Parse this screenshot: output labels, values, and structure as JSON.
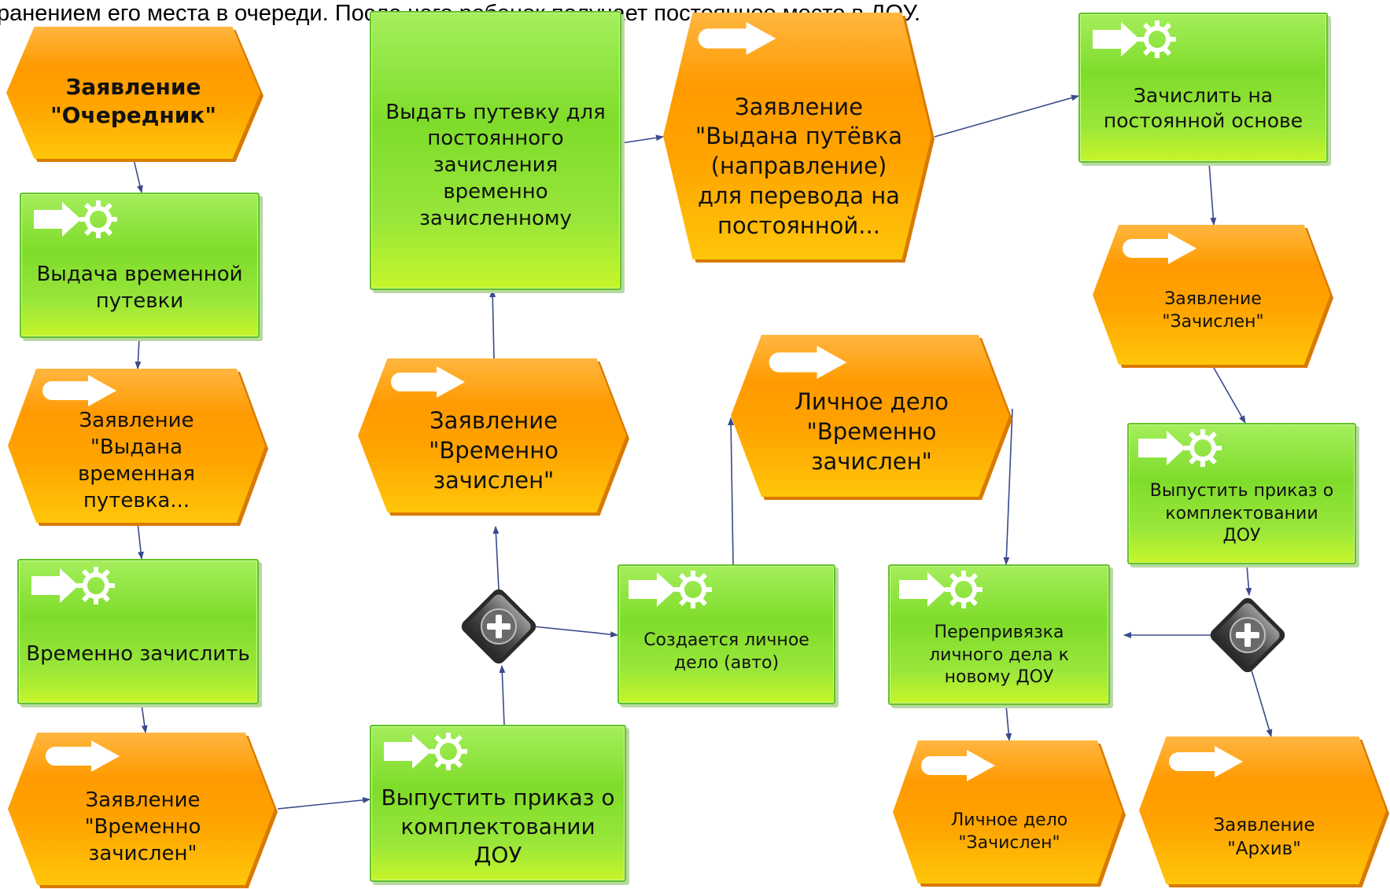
{
  "header": {
    "text": "ранением его места  в очереди. После чего ребенок получает постоянное место в ДОУ."
  },
  "nodes": {
    "ev_ocherednik": {
      "label": "Заявление\n\"Очередник\""
    },
    "fn_vydacha": {
      "label": "Выдача временной\nпутевки"
    },
    "ev_vydana_vrem": {
      "label": "Заявление\n\"Выдана\nвременная\nпутевка..."
    },
    "fn_vrem_zachislit": {
      "label": "Временно зачислить"
    },
    "ev_vrem_zachislen_1": {
      "label": "Заявление\n\"Временно\nзачислен\""
    },
    "fn_prikaz_1": {
      "label": "Выпустить приказ о\nкомплектовании\nДОУ"
    },
    "ev_vrem_zachislen_2": {
      "label": "Заявление\n\"Временно\nзачислен\""
    },
    "fn_vydat_putevku": {
      "label": "Выдать путевку для\nпостоянного\nзачисления\nвременно\nзачисленному"
    },
    "ev_vydana_putevka": {
      "label": "Заявление\n\"Выдана путёвка\n(направление)\nдля перевода на\nпостоянной..."
    },
    "fn_zachislit_post": {
      "label": "Зачислить на\nпостоянной основе"
    },
    "ev_zachislen": {
      "label": "Заявление\n\"Зачислен\""
    },
    "fn_prikaz_2": {
      "label": "Выпустить приказ о\nкомплектовании\nДОУ"
    },
    "fn_sozdaetsya": {
      "label": "Создается личное\nдело (авто)"
    },
    "ev_lichnoe_vrem": {
      "label": "Личное дело\n\"Временно\nзачислен\""
    },
    "fn_periprivyazka": {
      "label": "Перепривязка\nличного дела к\nновому ДОУ"
    },
    "ev_lichnoe_zachislen": {
      "label": "Личное дело\n\"Зачислен\""
    },
    "ev_arhiv": {
      "label": "Заявление\n\"Архив\""
    }
  },
  "colors": {
    "event_fill": "#ff9f00",
    "function_fill": "#8ee232",
    "edge": "#3a4a8a",
    "gateway": "#5a5a5a"
  }
}
